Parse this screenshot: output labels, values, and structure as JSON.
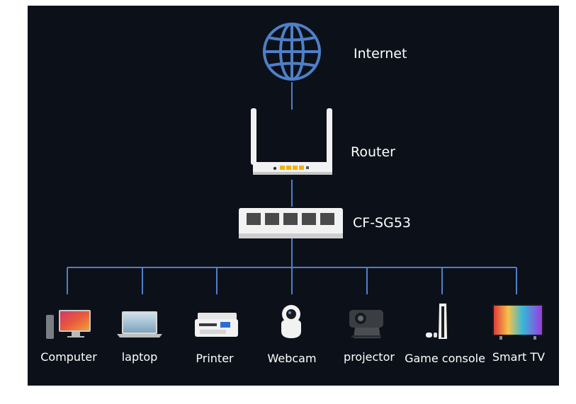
{
  "colors": {
    "background": "#0c1119",
    "connector": "#4f7fc9",
    "globe": "#4f7fc9",
    "device_white": "#f2f2f2",
    "port_amber": "#f0b400"
  },
  "nodes": {
    "internet": {
      "label": "Internet",
      "icon": "globe-icon"
    },
    "router": {
      "label": "Router",
      "icon": "router-icon"
    },
    "switch": {
      "label": "CF-SG53",
      "icon": "switch-icon"
    }
  },
  "devices": [
    {
      "label": "Computer",
      "icon": "computer-icon"
    },
    {
      "label": "laptop",
      "icon": "laptop-icon"
    },
    {
      "label": "Printer",
      "icon": "printer-icon"
    },
    {
      "label": "Webcam",
      "icon": "webcam-icon"
    },
    {
      "label": "projector",
      "icon": "projector-icon"
    },
    {
      "label": "Game console",
      "icon": "game-console-icon"
    },
    {
      "label": "Smart TV",
      "icon": "smart-tv-icon"
    }
  ]
}
